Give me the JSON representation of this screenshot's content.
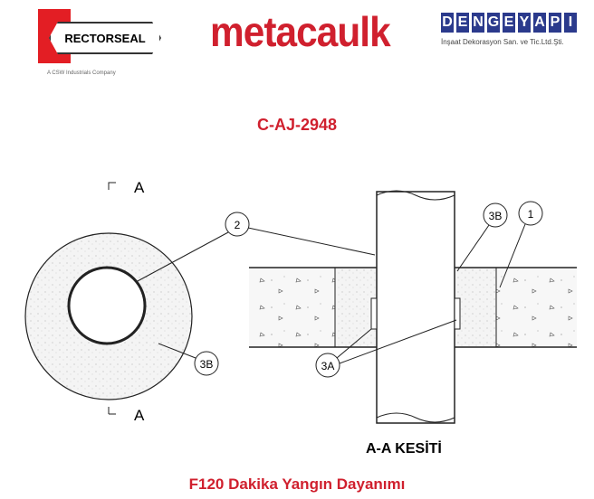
{
  "logos": {
    "rectorseal": "RECTORSEAL",
    "rectorseal_sub": "A CSW Industrials Company",
    "metacaulk": "metacaulk",
    "dengeyapi_letters": [
      "D",
      "E",
      "N",
      "G",
      "E",
      "Y",
      "A",
      "P",
      "I"
    ],
    "dengeyapi_sub": "İnşaat Dekorasyon San. ve Tic.Ltd.Şti."
  },
  "system_code": "C-AJ-2948",
  "labels": {
    "section_arrow_top": "A",
    "section_arrow_bottom": "A",
    "item_1": "1",
    "item_2": "2",
    "item_3a": "3A",
    "item_3b_plan": "3B",
    "item_3b_section": "3B"
  },
  "section_title": "A-A KESİTİ",
  "footer": "F120 Dakika Yangın Dayanımı",
  "colors": {
    "brand_red": "#d0202e",
    "denge_blue": "#2b3a8c"
  }
}
